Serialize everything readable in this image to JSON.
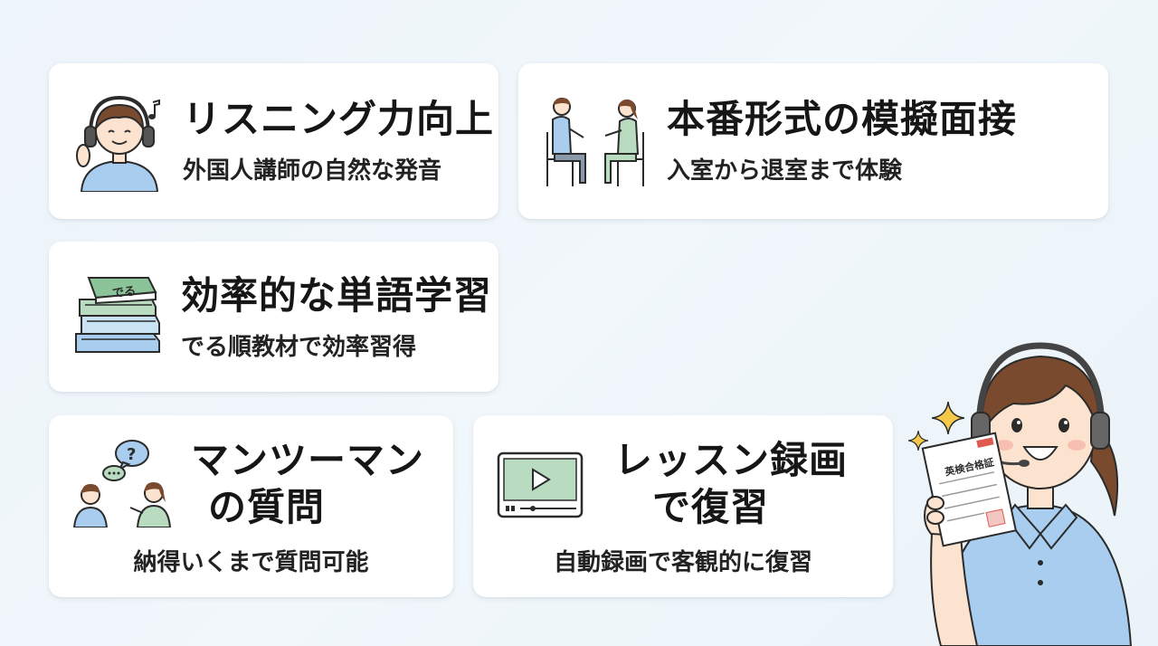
{
  "cards": {
    "listening": {
      "title": "リスニング力向上",
      "subtitle": "外国人講師の自然な発音"
    },
    "interview": {
      "title": "本番形式の模擬面接",
      "subtitle": "入室から退室まで体験"
    },
    "vocabulary": {
      "title": "効率的な単語学習",
      "subtitle": "でる順教材で効率習得",
      "book_label": "でる"
    },
    "questions": {
      "title_line1": "マンツーマン",
      "title_line2": "の質問",
      "subtitle": "納得いくまで質問可能"
    },
    "recording": {
      "title_line1": "レッスン録画",
      "title_line2": "で復習",
      "subtitle": "自動録画で客観的に復習"
    }
  },
  "mascot": {
    "certificate_title": "英検合格証"
  },
  "colors": {
    "accent_blue": "#a9cdef",
    "accent_green": "#b9dcc1",
    "skin": "#fbe3cf",
    "hair": "#7a4a2e",
    "outline": "#2b2b2b",
    "stamp_red": "#e05a4f",
    "sparkle": "#f6c94a"
  },
  "icons": [
    "headphones-person-icon",
    "music-note-icon",
    "interview-chairs-icon",
    "book-stack-icon",
    "question-bubble-icon",
    "video-player-icon",
    "sparkle-icon"
  ]
}
